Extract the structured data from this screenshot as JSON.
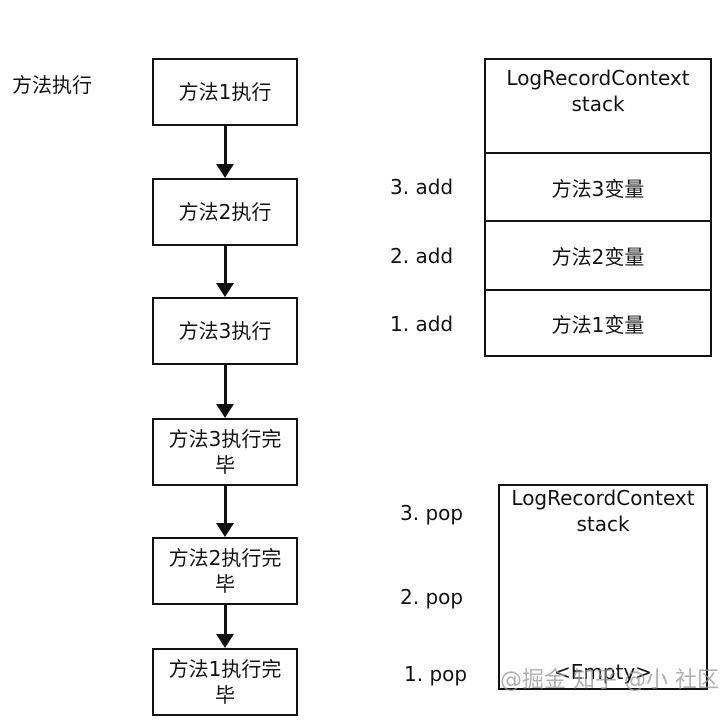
{
  "flow": {
    "label": "方法执行",
    "steps": [
      {
        "line1": "方法1执行",
        "line2": ""
      },
      {
        "line1": "方法2执行",
        "line2": ""
      },
      {
        "line1": "方法3执行",
        "line2": ""
      },
      {
        "line1": "方法3执行完",
        "line2": "毕"
      },
      {
        "line1": "方法2执行完",
        "line2": "毕"
      },
      {
        "line1": "方法1执行完",
        "line2": "毕"
      }
    ]
  },
  "stack_push": {
    "title_line1": "LogRecordContext",
    "title_line2": "stack",
    "cells": [
      "方法3变量",
      "方法2变量",
      "方法1变量"
    ],
    "ops": [
      "3. add",
      "2. add",
      "1. add"
    ]
  },
  "stack_pop": {
    "title_line1": "LogRecordContext",
    "title_line2": "stack",
    "empty_label": "<Empty>",
    "ops": [
      "3. pop",
      "2. pop",
      "1. pop"
    ]
  },
  "watermark": "@掘金 知乎 @小 社区"
}
